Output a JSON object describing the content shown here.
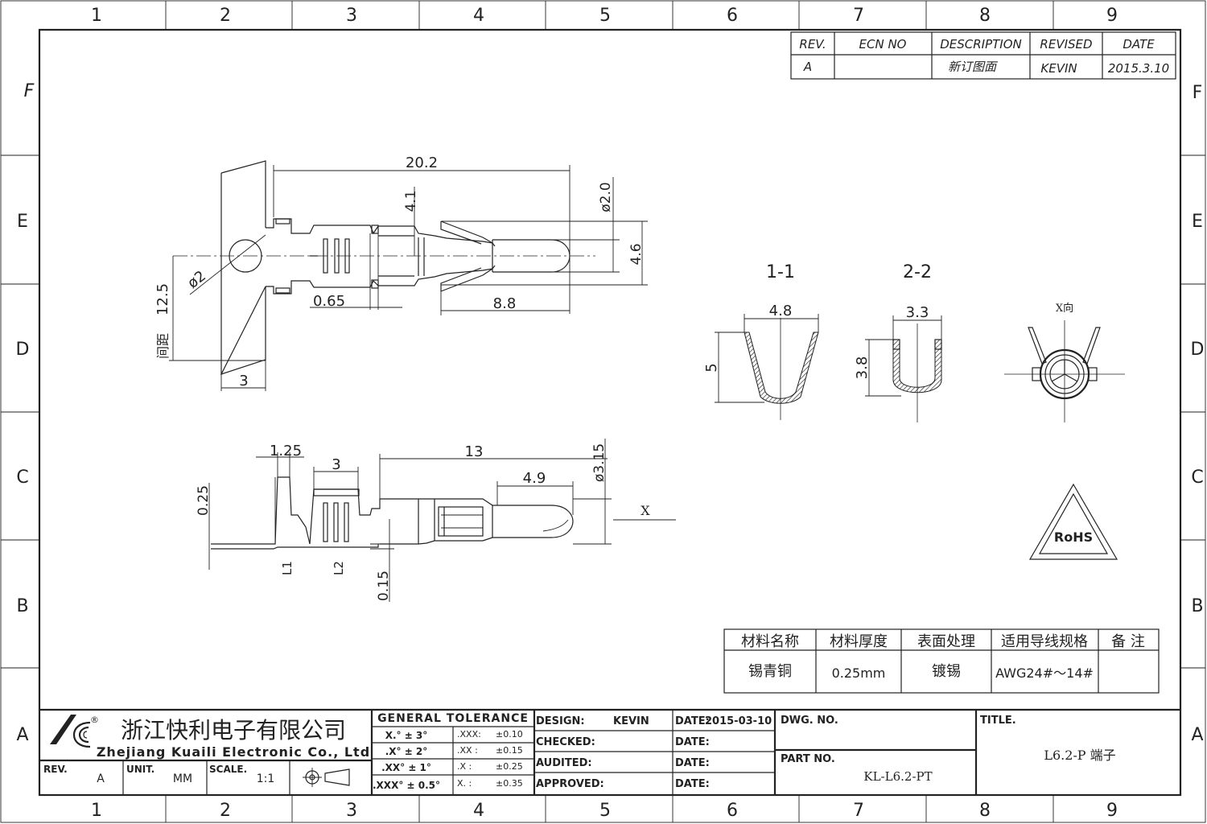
{
  "frame": {
    "columns": [
      "1",
      "2",
      "3",
      "4",
      "5",
      "6",
      "7",
      "8",
      "9"
    ],
    "rows": [
      "F",
      "E",
      "D",
      "C",
      "B",
      "A"
    ]
  },
  "revision_table": {
    "headers": [
      "REV.",
      "ECN NO",
      "DESCRIPTION",
      "REVISED",
      "DATE"
    ],
    "row": [
      "A",
      "",
      "新订图面",
      "KEVIN",
      "2015.3.10"
    ]
  },
  "dimensions": {
    "top_view": {
      "overall_length": "20.2",
      "height_4_1": "4.1",
      "diameter_2_0": "ø2.0",
      "height_4_6": "4.6",
      "hole_diameter": "ø2",
      "pitch_label": "间距",
      "pitch_value": "12.5",
      "gap_0_65": "0.65",
      "length_8_8": "8.8",
      "carrier_width": "3"
    },
    "side_view": {
      "len_1_25": "1.25",
      "len_3": "3",
      "len_13": "13",
      "len_4_9": "4.9",
      "diameter_3_15": "ø3.15",
      "thick_0_25": "0.25",
      "thick_0_15": "0.15",
      "label_L1": "L1",
      "label_L2": "L2",
      "view_arrow": "X"
    },
    "section_1_1": {
      "title": "1-1",
      "width": "4.8",
      "height": "5"
    },
    "section_2_2": {
      "title": "2-2",
      "width": "3.3",
      "height": "3.8"
    },
    "view_x": {
      "title": "X向"
    }
  },
  "rohs_label": "RoHS",
  "spec_table": {
    "headers": [
      "材料名称",
      "材料厚度",
      "表面处理",
      "适用导线规格",
      "备 注"
    ],
    "values": [
      "锡青铜",
      "0.25mm",
      "镀锡",
      "AWG24#～14#",
      ""
    ]
  },
  "title_block": {
    "company_cn": "浙江快利电子有限公司",
    "company_en": "Zhejiang Kuaili Electronic Co., Ltd",
    "rev_label": "REV.",
    "rev_value": "A",
    "unit_label": "UNIT.",
    "unit_value": "MM",
    "scale_label": "SCALE.",
    "scale_value": "1:1",
    "tolerance_title": "GENERAL TOLERANCE",
    "angular": [
      {
        "label": "X.° ± 3°"
      },
      {
        "label": ".X° ± 2°"
      },
      {
        "label": ".XX° ± 1°"
      },
      {
        "label": ".XXX° ± 0.5°"
      }
    ],
    "linear": [
      {
        "label": ".XXX:",
        "value": "±0.10"
      },
      {
        "label": ".XX :",
        "value": "±0.15"
      },
      {
        "label": ".X  :",
        "value": "±0.25"
      },
      {
        "label": "X.  :",
        "value": "±0.35"
      }
    ],
    "design_label": "DESIGN:",
    "design_value": "KEVIN",
    "checked_label": "CHECKED:",
    "audited_label": "AUDITED:",
    "approved_label": "APPROVED:",
    "date_label": "DATE:",
    "date_value": "2015-03-10",
    "dwg_no_label": "DWG. NO.",
    "part_no_label": "PART NO.",
    "part_no_value": "KL-L6.2-PT",
    "title_label": "TITLE.",
    "title_value": "L6.2-P  端子"
  }
}
